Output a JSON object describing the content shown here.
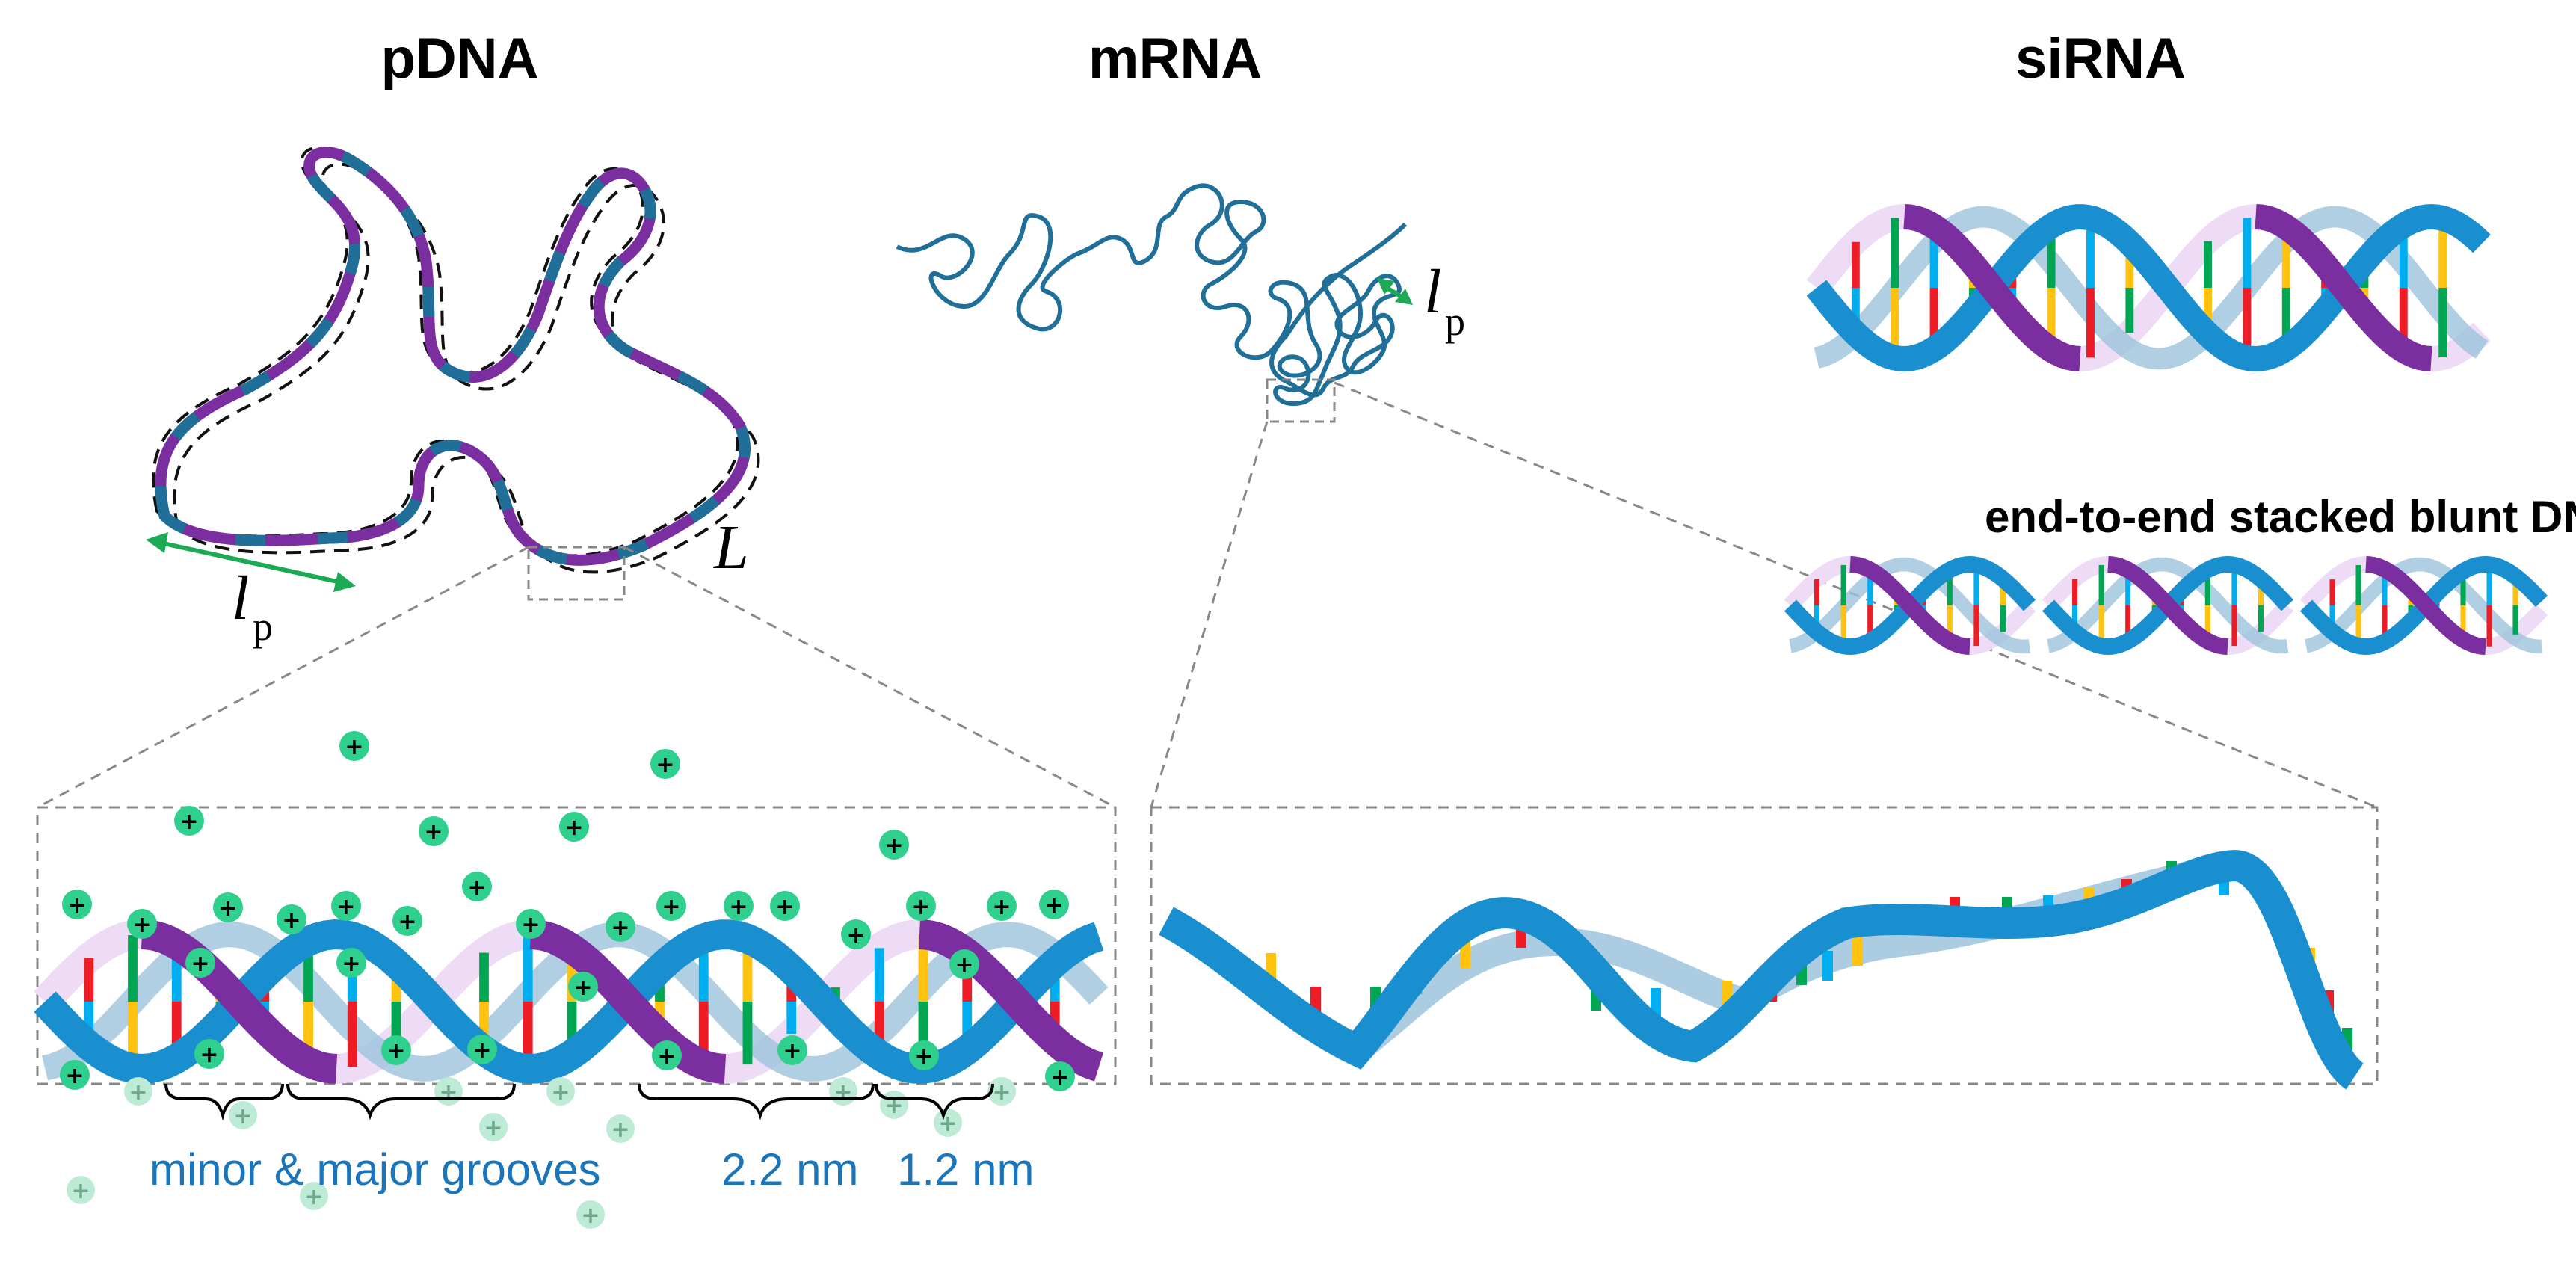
{
  "titles": {
    "pdna": "pDNA",
    "mrna": "mRNA",
    "sirna": "siRNA"
  },
  "stacked_label": "end-to-end stacked blunt DNA",
  "contour_length_label": "L",
  "persistence_label": {
    "main": "l",
    "sub": "p"
  },
  "groove_labels": {
    "grooves": "minor & major grooves",
    "major_width": "2.2 nm",
    "minor_width": "1.2 nm"
  },
  "ion_symbol": "+",
  "colors": {
    "strand_blue": "#1a8fd0",
    "strand_purple": "#7a2ea0",
    "pale_blue": "#9cc3dc",
    "pale_purple": "#eedcf6",
    "ion_green": "#2fcf8e",
    "ion_faded": "#bdebd6",
    "mrna_blue": "#1f6f99",
    "arrow_green": "#1daa55",
    "label_blue": "#1b75bb",
    "base_colors": [
      "#ffc20e",
      "#ee1c25",
      "#00a651",
      "#00aeef"
    ]
  }
}
